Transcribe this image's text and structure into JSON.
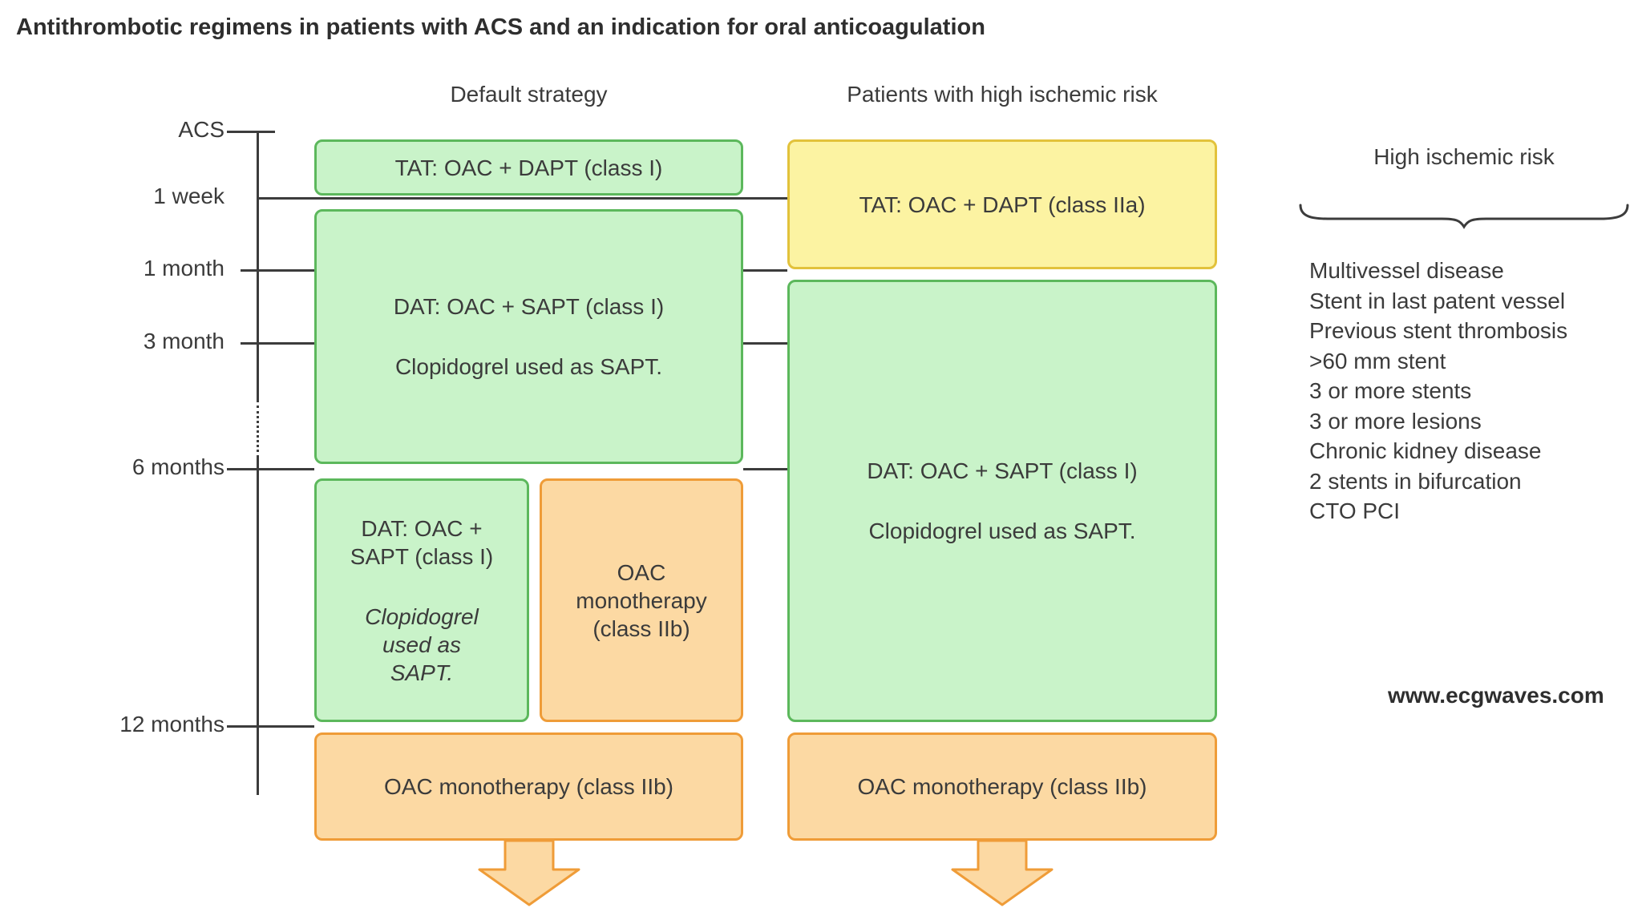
{
  "title": "Antithrombotic regimens in patients with ACS and an indication for oral anticoagulation",
  "watermark": "www.ecgwaves.com",
  "timeline": {
    "ticks": [
      "ACS",
      "1 week",
      "1 month",
      "3 month",
      "6 months",
      "12 months"
    ]
  },
  "default_strategy": {
    "header": "Default strategy",
    "tat_label": "TAT: OAC + DAPT (class I)",
    "dat_line1": "DAT: OAC + SAPT (class I)",
    "dat_line2": "Clopidogrel used as SAPT.",
    "dat_small_line1": "DAT: OAC + SAPT (class I)",
    "dat_small_line2": "Clopidogrel used as SAPT.",
    "oac_mono_small": "OAC monotherapy (class IIb)",
    "oac_mono_final": "OAC monotherapy (class IIb)"
  },
  "high_risk_strategy": {
    "header": "Patients with high ischemic risk",
    "tat_label": "TAT: OAC + DAPT (class IIa)",
    "dat_line1": "DAT: OAC + SAPT (class I)",
    "dat_line2": "Clopidogrel used as SAPT.",
    "oac_mono_final": "OAC monotherapy (class IIb)"
  },
  "high_risk_legend": {
    "title": "High ischemic risk",
    "items": [
      "Multivessel disease",
      "Stent in last patent vessel",
      "Previous stent thrombosis",
      ">60 mm stent",
      "3 or more stents",
      "3 or more lesions",
      "Chronic kidney disease",
      "2 stents in bifurcation",
      "CTO PCI"
    ]
  },
  "colors": {
    "green_fill": "#c9f3c9",
    "green_stroke": "#5cb85c",
    "yellow_fill": "#fcf3a2",
    "yellow_stroke": "#e2c23b",
    "orange_fill": "#fcd9a3",
    "orange_stroke": "#ef9c38",
    "line": "#3c3c3c",
    "text": "#3b3b3b"
  }
}
